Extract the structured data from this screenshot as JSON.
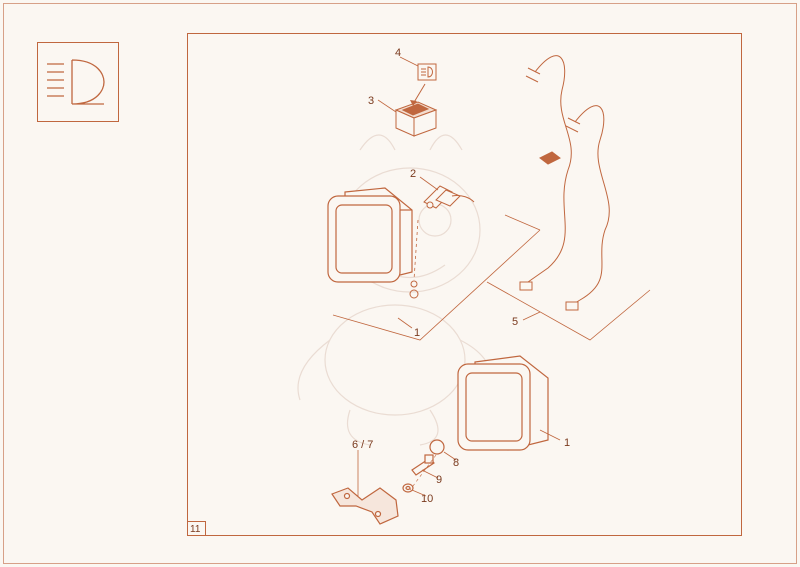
{
  "icon": "headlamp-icon",
  "page_number": "11",
  "callouts": {
    "c1a": "1",
    "c1b": "1",
    "c2": "2",
    "c3": "3",
    "c4": "4",
    "c5": "5",
    "c67": "6 / 7",
    "c8": "8",
    "c9": "9",
    "c10": "10"
  },
  "colors": {
    "line": "#c0673f",
    "text": "#7a3a1e",
    "background": "#fbf7f2"
  }
}
